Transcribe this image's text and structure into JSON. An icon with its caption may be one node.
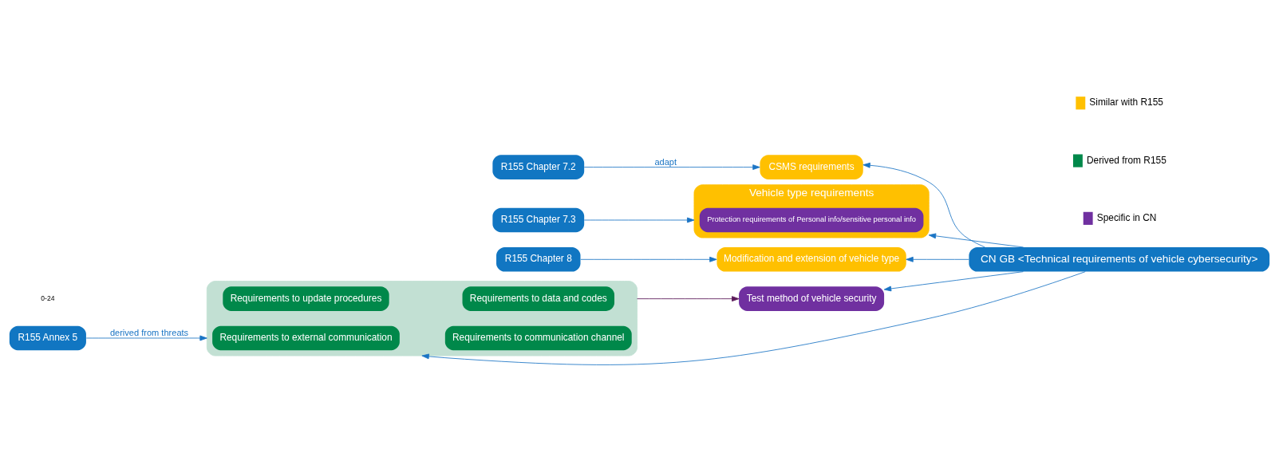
{
  "diagram": {
    "nodes": [
      {
        "text": [
          "R155 Chapter 7.2"
        ]
      },
      {
        "text": [
          "CSMS requirements"
        ]
      },
      {
        "text": [
          "R155 Chapter 7.3"
        ]
      },
      {
        "text": [
          "Vehicle type requirements"
        ]
      },
      {
        "text": [
          "Protection requirements of Personal info/sensitive personal info"
        ],
        "in": 3
      },
      {
        "text": [
          "R155 Chapter 8"
        ]
      },
      {
        "text": [
          "Modification and extension of vehicle type"
        ]
      },
      {
        "text": [],
        "shape": "box"
      },
      {
        "text": [
          "Requirements to external communication"
        ],
        "in": 7
      },
      {
        "text": [
          "Requirements to communication channel"
        ],
        "in": 7
      },
      {
        "text": [
          "Requirements to update procedures"
        ],
        "in": 7
      },
      {
        "text": [
          "Requirements to data and codes"
        ],
        "in": 7
      },
      {
        "text": [
          "R155 Annex 5"
        ]
      },
      {
        "text": [
          "CN GB <Technical requirements of vehicle cybersecurity>"
        ]
      },
      {
        "text": [
          "Test method of vehicle security"
        ]
      }
    ],
    "edges": [
      {
        "from": 0,
        "to": 1,
        "arrow": "to",
        "label": "adapt"
      },
      {
        "from": 2,
        "to": 3,
        "arrow": "to"
      },
      {
        "from": 5,
        "to": 6,
        "arrow": "to"
      },
      {
        "from": 12,
        "to": 7,
        "arrow": "to",
        "label": "derived from threats"
      },
      {
        "from": 13,
        "to": 1,
        "arrow": "to"
      },
      {
        "from": 13,
        "to": 3,
        "arrow": "to"
      },
      {
        "from": 13,
        "to": 6,
        "arrow": "to"
      },
      {
        "from": 13,
        "to": 7,
        "arrow": "to"
      },
      {
        "from": 13,
        "to": 14,
        "arrow": "to"
      },
      {
        "from": 7,
        "to": 14,
        "arrow": "to",
        "color": "#5b1a5a"
      }
    ],
    "labels": [
      "0-24"
    ],
    "legend": [
      {
        "text": "Similar with R155",
        "color": "#ffc000"
      },
      {
        "text": "Derived from R155",
        "color": "#00884a"
      },
      {
        "text": "Specific in CN",
        "color": "#7030a0"
      }
    ]
  }
}
